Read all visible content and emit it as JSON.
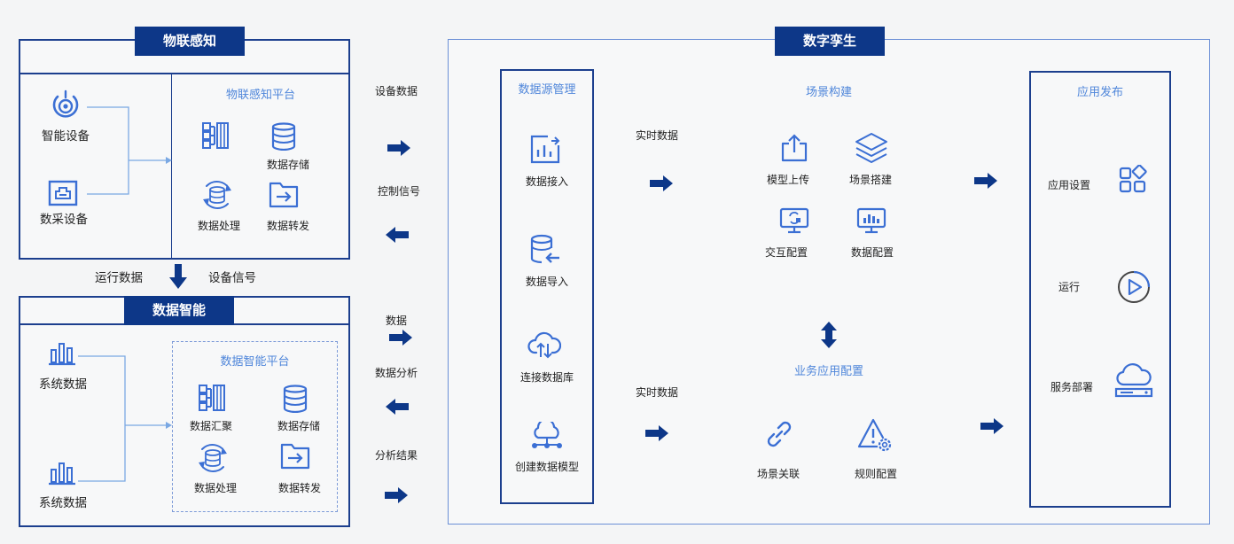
{
  "iot": {
    "banner": "物联感知",
    "platform_title": "物联感知平台",
    "devices": [
      "智能设备",
      "数采设备"
    ],
    "items": [
      "数据存储",
      "数据处理",
      "数据转发"
    ]
  },
  "between_left": {
    "run_data": "运行数据",
    "device_signal": "设备信号"
  },
  "di": {
    "banner": "数据智能",
    "platform_title": "数据智能平台",
    "sources": [
      "系统数据",
      "系统数据"
    ],
    "items": [
      "数据汇聚",
      "数据存储",
      "数据处理",
      "数据转发"
    ]
  },
  "middle_flow": {
    "device_data": "设备数据",
    "control_signal": "控制信号",
    "data": "数据",
    "data_analysis": "数据分析",
    "analysis_result": "分析结果"
  },
  "twin": {
    "banner": "数字孪生",
    "datasource": {
      "title": "数据源管理",
      "items": [
        "数据接入",
        "数据导入",
        "连接数据库",
        "创建数据模型"
      ]
    },
    "realtime_1": "实时数据",
    "realtime_2": "实时数据",
    "scene": {
      "title": "场景构建",
      "items": [
        "模型上传",
        "场景搭建",
        "交互配置",
        "数据配置"
      ]
    },
    "business": {
      "title": "业务应用配置",
      "items": [
        "场景关联",
        "规则配置"
      ]
    },
    "publish": {
      "title": "应用发布",
      "items": [
        "应用设置",
        "运行",
        "服务部署"
      ]
    }
  },
  "colors": {
    "navy": "#0d3788",
    "frame": "#1c3f8e",
    "icon_blue": "#3b6fd4",
    "accent": "#4f86da"
  }
}
